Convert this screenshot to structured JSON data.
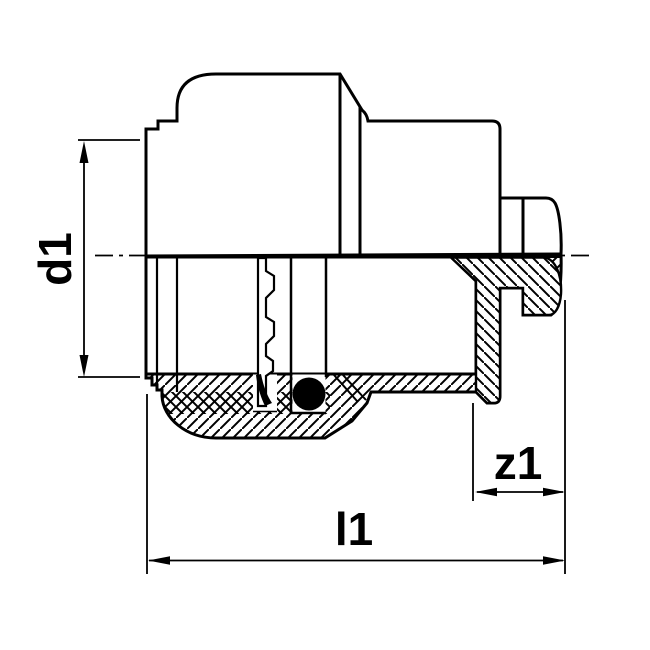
{
  "drawing": {
    "labels": {
      "d1": "d1",
      "z1": "z1",
      "l1": "l1"
    },
    "colors": {
      "line": "#000000",
      "background": "#ffffff",
      "seal_fill": "#000000"
    }
  }
}
